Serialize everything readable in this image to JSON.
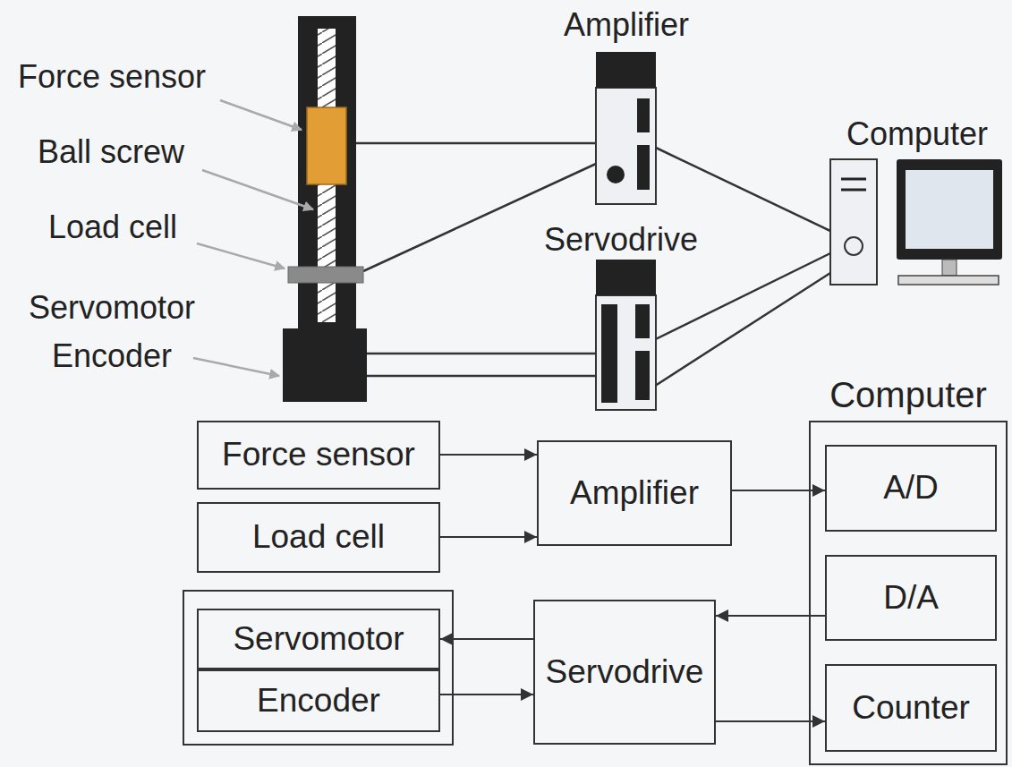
{
  "diagram": {
    "nodes": [
      {
        "text": [
          "Force sensor"
        ]
      },
      {
        "text": [
          "Amplifier"
        ]
      },
      {
        "text": [
          "Computer"
        ]
      },
      {
        "text": [
          "A/D"
        ],
        "in": 2
      },
      {
        "text": [
          "Load cell"
        ]
      },
      {
        "text": [
          "D/A"
        ],
        "in": 2
      },
      {
        "text": [
          "Servomotor"
        ]
      },
      {
        "text": [
          "Servodrive"
        ]
      },
      {
        "text": [
          "Encoder"
        ]
      },
      {
        "text": [
          "Counter"
        ],
        "in": 2
      }
    ],
    "edges": [
      {
        "from": 0,
        "to": 1,
        "arrow": "to"
      },
      {
        "from": 4,
        "to": 1,
        "arrow": "to"
      },
      {
        "from": 1,
        "to": 3,
        "arrow": "to"
      },
      {
        "from": 5,
        "to": 7,
        "arrow": "to"
      },
      {
        "from": 7,
        "to": 6,
        "arrow": "to"
      },
      {
        "from": 8,
        "to": 7,
        "arrow": "to"
      },
      {
        "from": 7,
        "to": 9,
        "arrow": "to"
      }
    ],
    "labels": [
      "Amplifier",
      "Computer",
      "Force sensor",
      "Ball screw",
      "Servodrive",
      "Load cell",
      "Servomotor",
      "Encoder"
    ]
  }
}
